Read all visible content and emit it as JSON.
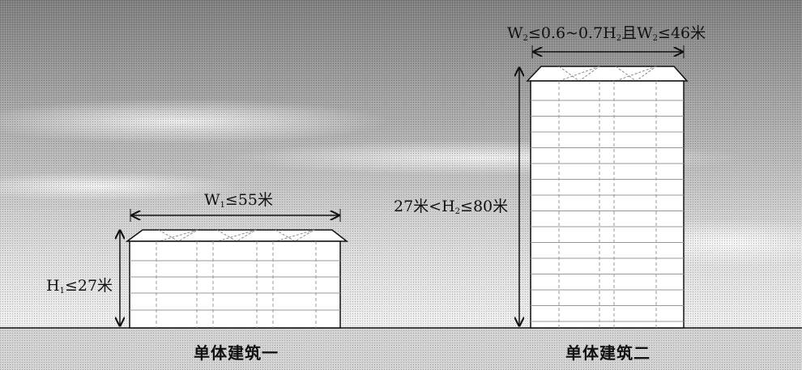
{
  "building1": {
    "width_label_prefix": "W",
    "width_label_sub": "1",
    "width_label_suffix": "≤55米",
    "height_label_prefix": "H",
    "height_label_sub": "1",
    "height_label_suffix": "≤27米",
    "caption": "单体建筑一"
  },
  "building2": {
    "width_label_w": "W",
    "width_label_w_sub": "2",
    "width_label_mid": "≤0.6~0.7H",
    "width_label_h_sub": "2",
    "width_label_and": "且W",
    "width_label_w2_sub": "2",
    "width_label_end": "≤46米",
    "height_label_prefix": "27米<H",
    "height_label_sub": "2",
    "height_label_suffix": "≤80米",
    "caption": "单体建筑二"
  },
  "colors": {
    "sky_dark": "#8a8a8a",
    "sky_light": "#e8e8e8",
    "ground": "#cfcfcf",
    "building_fill": "#ffffff",
    "line": "#111111"
  }
}
